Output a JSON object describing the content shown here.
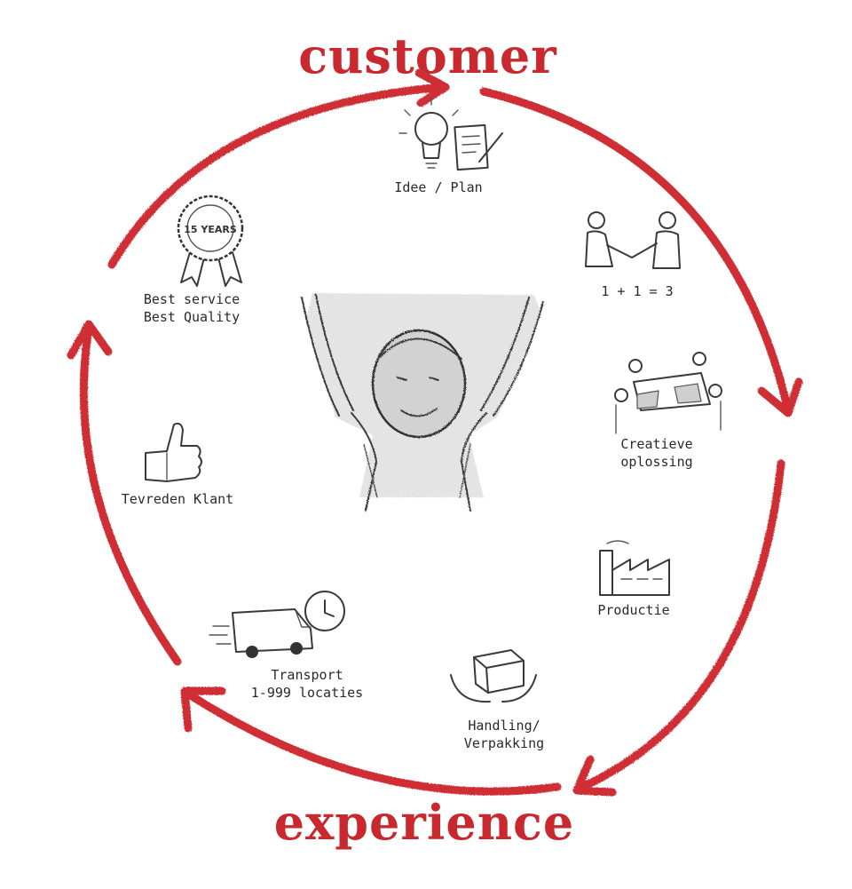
{
  "title_top": "customer",
  "title_bottom": "experience",
  "badge_text": "15 YEARS",
  "accent_color": "#cf2e35",
  "steps": [
    {
      "line1": "Idee / Plan",
      "line2": "",
      "icon": "lightbulb-and-document-icon"
    },
    {
      "line1": "1 + 1 = 3",
      "line2": "",
      "icon": "handshake-icon"
    },
    {
      "line1": "Creatieve",
      "line2": "oplossing",
      "icon": "meeting-table-icon"
    },
    {
      "line1": "Productie",
      "line2": "",
      "icon": "factory-icon"
    },
    {
      "line1": "Handling/",
      "line2": "Verpakking",
      "icon": "box-in-hands-icon"
    },
    {
      "line1": "Transport",
      "line2": "1-999 locaties",
      "icon": "truck-and-clock-icon"
    },
    {
      "line1": "Tevreden Klant",
      "line2": "",
      "icon": "thumbs-up-icon"
    },
    {
      "line1": "Best service",
      "line2": "Best Quality",
      "icon": "award-rosette-icon"
    }
  ]
}
